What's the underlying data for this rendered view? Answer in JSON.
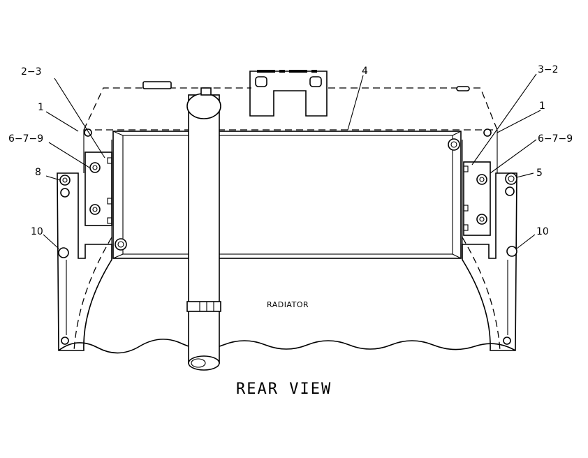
{
  "labels": {
    "callout_2_3": "2−3",
    "callout_1_left": "1",
    "callout_6_7_9_left": "6−7−9",
    "callout_8": "8",
    "callout_10_left": "10",
    "callout_4": "4",
    "callout_3_2": "3−2",
    "callout_1_right": "1",
    "callout_6_7_9_right": "6−7−9",
    "callout_5": "5",
    "callout_10_right": "10",
    "radiator": "RADIATOR",
    "view_title": "REAR VIEW"
  }
}
